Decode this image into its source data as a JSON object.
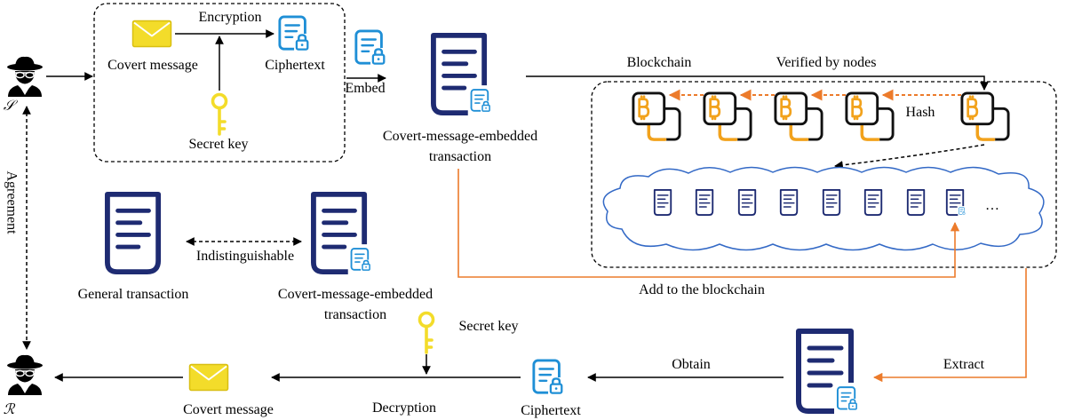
{
  "diagram": {
    "sender": {
      "symbol": "𝒮"
    },
    "receiver": {
      "symbol": "ℛ"
    },
    "agreement": {
      "label": "Agreement"
    },
    "encryption": {
      "covert_message": "Covert message",
      "operation": "Encryption",
      "ciphertext": "Ciphertext",
      "secret_key": "Secret key"
    },
    "embed": {
      "label": "Embed"
    },
    "embedded_transaction": {
      "line1": "Covert-message-embedded",
      "line2": "transaction"
    },
    "blockchain": {
      "title": "Blockchain",
      "verification": "Verified by nodes",
      "hash": "Hash",
      "more": "…"
    },
    "add_to_blockchain": {
      "label": "Add to the blockchain"
    },
    "comparison": {
      "general": "General transaction",
      "relation": "Indistinguishable",
      "embedded_line1": "Covert-message-embedded",
      "embedded_line2": "transaction"
    },
    "extraction": {
      "extract": "Extract",
      "obtain": "Obtain",
      "ciphertext": "Ciphertext",
      "secret_key": "Secret key",
      "operation": "Decryption",
      "covert_message": "Covert message"
    }
  },
  "icons": {
    "sender": "spy-icon",
    "receiver": "spy-icon",
    "covert_message": "envelope-icon",
    "ciphertext": "encrypted-document-icon",
    "secret_key": "key-icon",
    "transaction": "document-scroll-icon",
    "block": "bitcoin-block-icon",
    "network": "cloud-icon"
  },
  "colors": {
    "navy": "#1e2b72",
    "blue": "#1f8fd6",
    "yellow": "#f3dc2a",
    "yellow-dark": "#d9bf12",
    "orange": "#ec7b2b",
    "btc": "#f2a21c",
    "cloud": "#3369c6"
  }
}
